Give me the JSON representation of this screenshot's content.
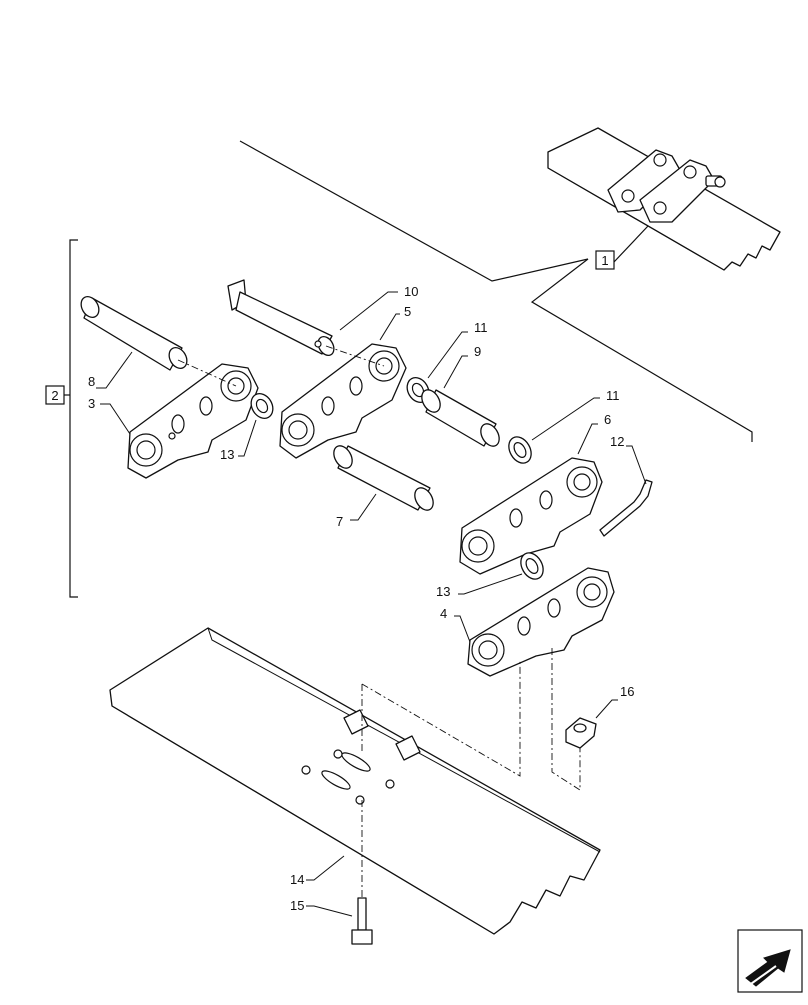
{
  "callouts": {
    "c1": "1",
    "c2": "2",
    "c3": "3",
    "c4": "4",
    "c5": "5",
    "c6": "6",
    "c7": "7",
    "c8": "8",
    "c9": "9",
    "c10": "10",
    "c11a": "11",
    "c11b": "11",
    "c12": "12",
    "c13a": "13",
    "c13b": "13",
    "c14": "14",
    "c15": "15",
    "c16": "16"
  },
  "icons": {
    "corner": "arrow-navigation-icon"
  }
}
